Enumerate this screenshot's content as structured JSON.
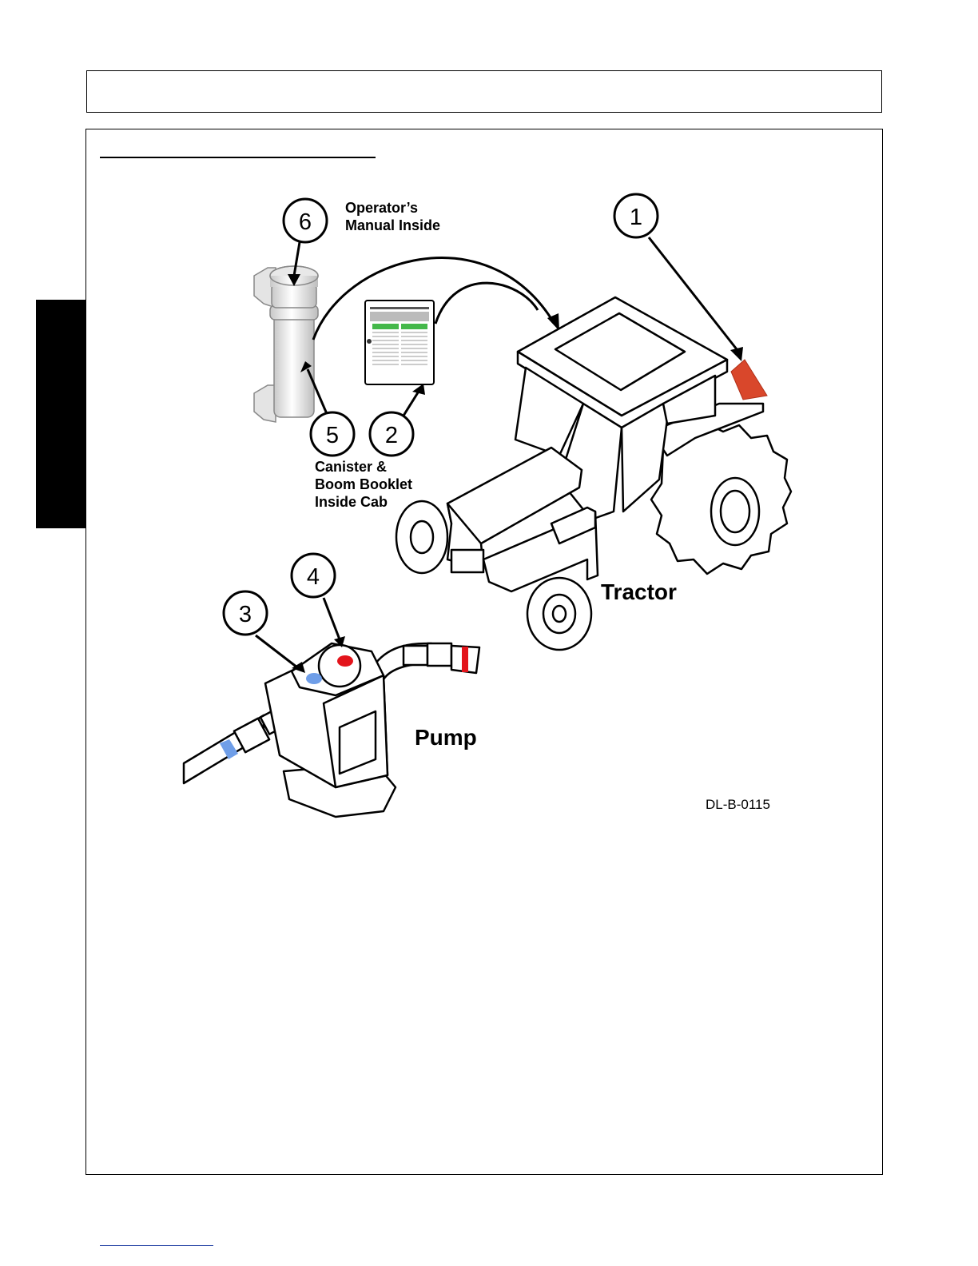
{
  "figure": {
    "labels": {
      "operators_manual": [
        "Operator’s",
        "Manual Inside"
      ],
      "canister_booklet": [
        "Canister &",
        "Boom Booklet",
        "Inside Cab"
      ],
      "tractor": "Tractor",
      "pump": "Pump",
      "figure_id": "DL-B-0115"
    },
    "callouts": [
      "1",
      "2",
      "3",
      "4",
      "5",
      "6"
    ],
    "colors": {
      "decal_red": "#d9472b",
      "port_red": "#e3141b",
      "port_blue": "#6f9ee8",
      "booklet_green": "#44b84a"
    }
  }
}
